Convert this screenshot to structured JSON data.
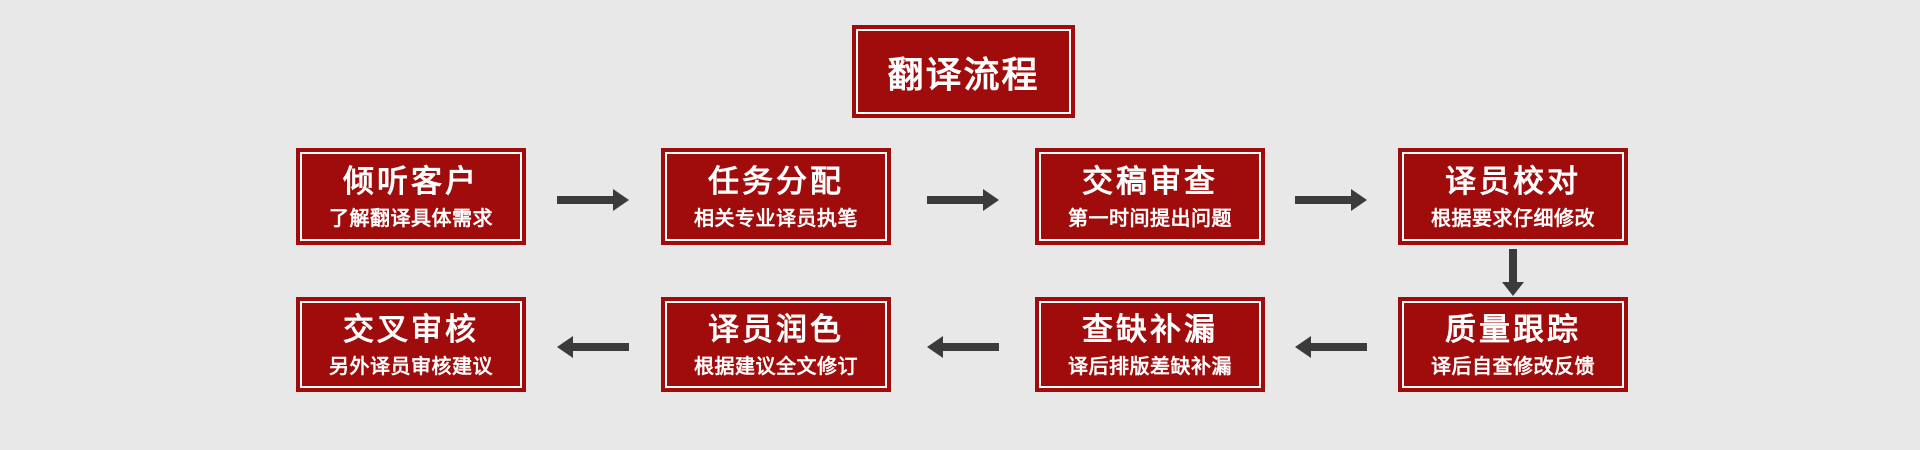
{
  "diagram": {
    "title": "翻译流程",
    "nodes": [
      {
        "title": "倾听客户",
        "subtitle": "了解翻译具体需求"
      },
      {
        "title": "任务分配",
        "subtitle": "相关专业译员执笔"
      },
      {
        "title": "交稿审查",
        "subtitle": "第一时间提出问题"
      },
      {
        "title": "译员校对",
        "subtitle": "根据要求仔细修改"
      },
      {
        "title": "质量跟踪",
        "subtitle": "译后自查修改反馈"
      },
      {
        "title": "查缺补漏",
        "subtitle": "译后排版差缺补漏"
      },
      {
        "title": "译员润色",
        "subtitle": "根据建议全文修订"
      },
      {
        "title": "交叉审核",
        "subtitle": "另外译员审核建议"
      }
    ],
    "flow_order": [
      "倾听客户",
      "任务分配",
      "交稿审查",
      "译员校对",
      "质量跟踪",
      "查缺补漏",
      "译员润色",
      "交叉审核"
    ],
    "colors": {
      "box_red": "#a00b0b",
      "inner_frame_white": "#ffffff",
      "arrow_gray": "#3b3b3b",
      "background_gray": "#e9e8e8",
      "text_white": "#ffffff"
    }
  }
}
